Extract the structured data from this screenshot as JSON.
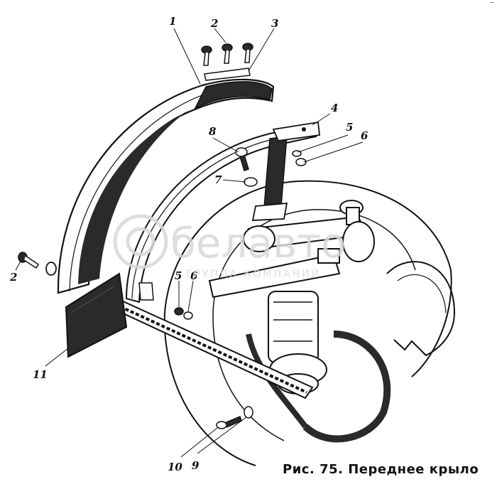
{
  "figure": {
    "caption": "Рис. 75. Переднее крыло",
    "corner_mark": "–",
    "callouts": [
      {
        "id": "c1",
        "text": "1"
      },
      {
        "id": "c2a",
        "text": "2"
      },
      {
        "id": "c3",
        "text": "3"
      },
      {
        "id": "c4",
        "text": "4"
      },
      {
        "id": "c5a",
        "text": "5"
      },
      {
        "id": "c6a",
        "text": "6"
      },
      {
        "id": "c8",
        "text": "8"
      },
      {
        "id": "c7",
        "text": "7"
      },
      {
        "id": "c2b",
        "text": "2"
      },
      {
        "id": "c5b",
        "text": "5"
      },
      {
        "id": "c6b",
        "text": "6"
      },
      {
        "id": "c11",
        "text": "11"
      },
      {
        "id": "c10",
        "text": "10"
      },
      {
        "id": "c9",
        "text": "9"
      }
    ]
  },
  "watermark": {
    "brand": "белавто",
    "tagline": "ГРУППА КОМПАНИЙ"
  },
  "colors": {
    "ink": "#111111",
    "fill_dark": "#2a2a2a",
    "watermark": "#d8d8d8"
  }
}
